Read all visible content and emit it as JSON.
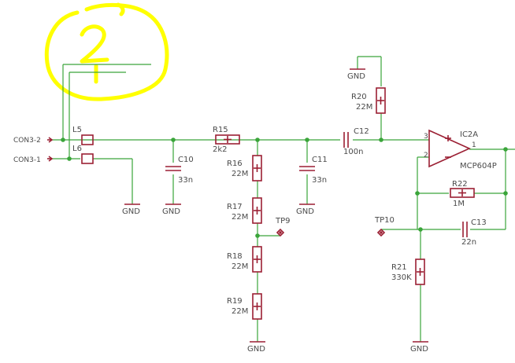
{
  "annotation": {
    "number": "2"
  },
  "connectors": {
    "con3_2": "CON3-2",
    "con3_1": "CON3-1",
    "l5": "L5",
    "l6": "L6"
  },
  "parts": {
    "r15": {
      "name": "R15",
      "value": "2k2"
    },
    "r16": {
      "name": "R16",
      "value": "22M"
    },
    "r17": {
      "name": "R17",
      "value": "22M"
    },
    "r18": {
      "name": "R18",
      "value": "22M"
    },
    "r19": {
      "name": "R19",
      "value": "22M"
    },
    "r20": {
      "name": "R20",
      "value": "22M"
    },
    "r21": {
      "name": "R21",
      "value": "330K"
    },
    "r22": {
      "name": "R22",
      "value": "1M"
    },
    "c10": {
      "name": "C10",
      "value": "33n"
    },
    "c11": {
      "name": "C11",
      "value": "33n"
    },
    "c12": {
      "name": "C12",
      "value": "100n"
    },
    "c13": {
      "name": "C13",
      "value": "22n"
    },
    "ic2a": {
      "name": "IC2A",
      "value": "MCP604P",
      "pin3": "3",
      "pin2": "2",
      "pin1": "1"
    },
    "tp9": "TP9",
    "tp10": "TP10"
  },
  "gnd": "GND"
}
